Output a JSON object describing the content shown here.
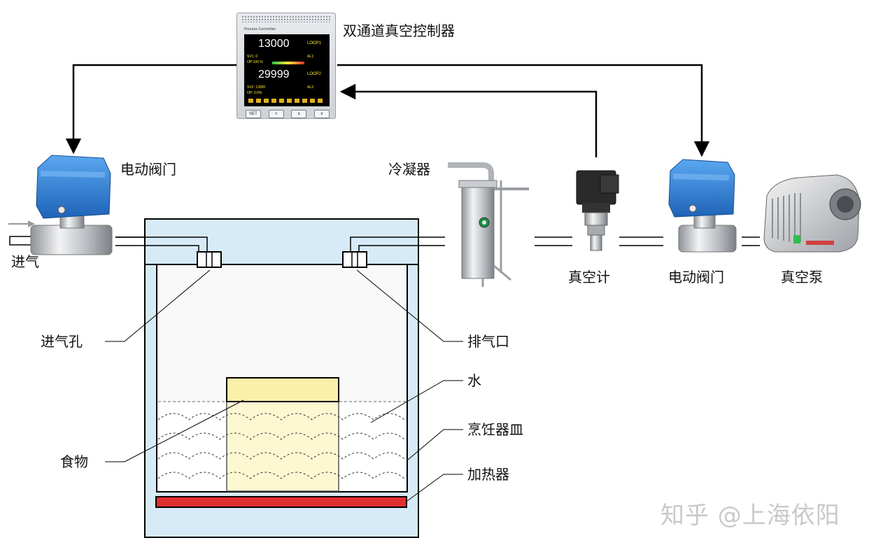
{
  "controller": {
    "label": "双通道真空控制器",
    "header": "Process Controller",
    "pv1": "13000",
    "loop1": "LOOP1",
    "sv1_line": "SV1: 0",
    "op1_line": "OP:100 %",
    "al1": "AL1:",
    "pv2": "29999",
    "loop2": "LOOP2",
    "sv2_line": "SV2: 13000",
    "op2_line": "OP: 0.0%",
    "al2": "AL2:",
    "keys": [
      "SET",
      ">",
      "∧",
      "∨"
    ]
  },
  "labels": {
    "valve_left": "电动阀门",
    "inlet": "进气",
    "condenser": "冷凝器",
    "gauge": "真空计",
    "valve_right": "电动阀门",
    "pump": "真空泵",
    "inlet_hole": "进气孔",
    "exhaust_port": "排气口",
    "water": "水",
    "vessel": "烹饪器皿",
    "food": "食物",
    "heater": "加热器"
  },
  "watermark": "知乎 @上海依阳",
  "colors": {
    "chamber_fill": "#d6ebf7",
    "food_fill": "#faf0a8",
    "heater_fill": "#e03030",
    "valve_blue": "#2c7fd6",
    "line": "#000000"
  }
}
